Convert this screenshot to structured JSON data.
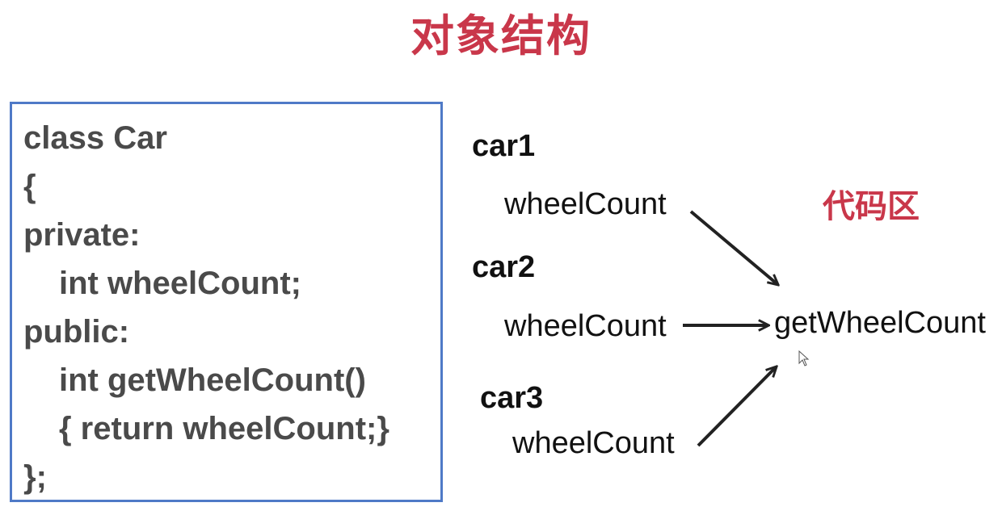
{
  "title": "对象结构",
  "code": {
    "line1": "class Car",
    "line2": "{",
    "line3": "private:",
    "line4": "int wheelCount;",
    "line5": "public:",
    "line6": "int getWheelCount()",
    "line7": "{ return wheelCount;}",
    "line8": "};"
  },
  "objects": [
    {
      "name": "car1",
      "field": "wheelCount"
    },
    {
      "name": "car2",
      "field": "wheelCount"
    },
    {
      "name": "car3",
      "field": "wheelCount"
    }
  ],
  "code_area": {
    "label": "代码区",
    "method": "getWheelCount"
  },
  "colors": {
    "title": "#c9374a",
    "code_area_label": "#c9374a",
    "code_box_border": "#4f7ac7",
    "code_text": "#4a4a4a",
    "arrow": "#222222"
  }
}
